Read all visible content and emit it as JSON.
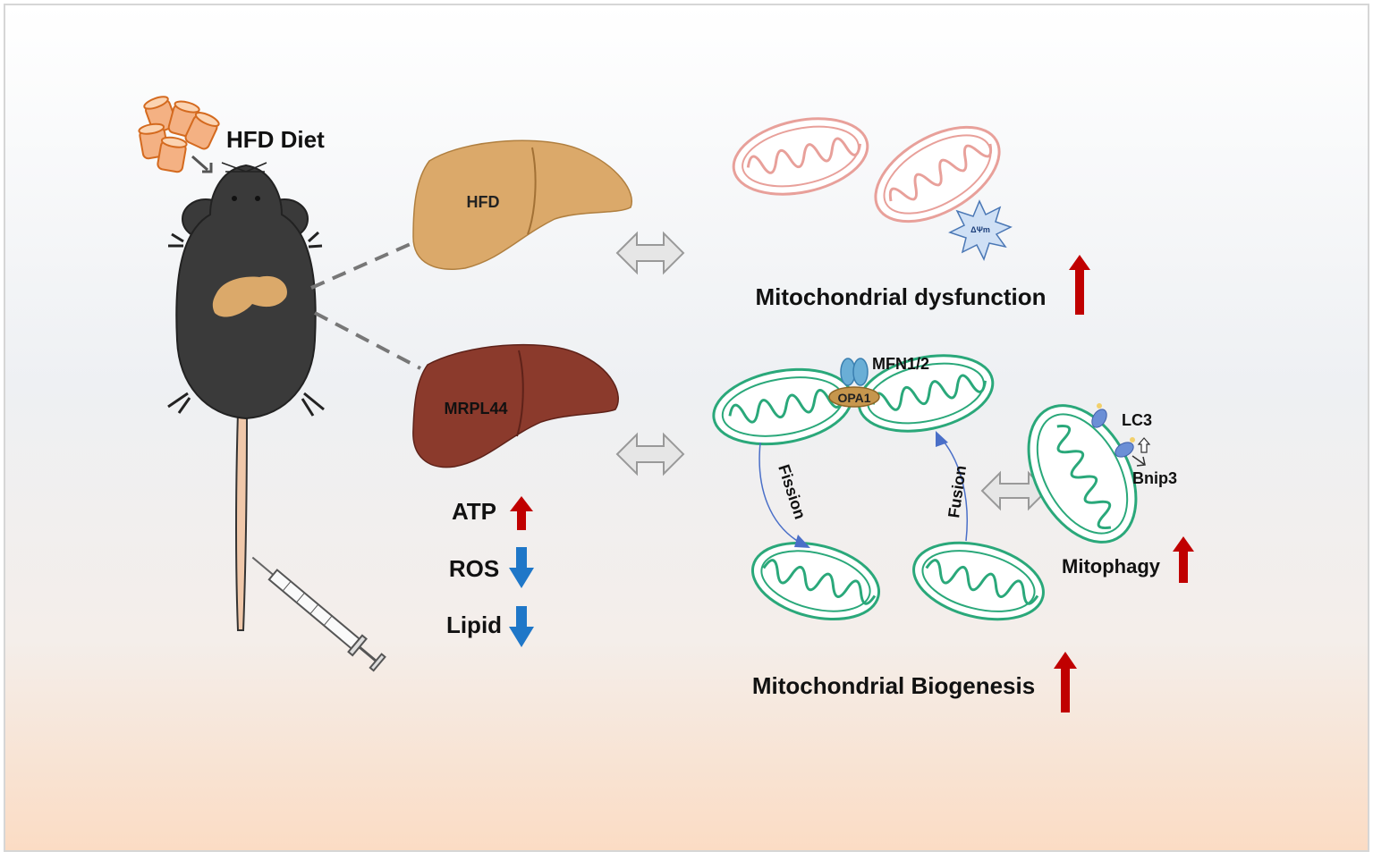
{
  "diet": {
    "label": "HFD Diet"
  },
  "livers": {
    "hfd_label": "HFD",
    "mrpl44_label": "MRPL44"
  },
  "membrane_potential": {
    "label": "ΔΨm"
  },
  "dysfunction": {
    "label": "Mitochondrial dysfunction",
    "direction": "up"
  },
  "dynamics": {
    "mfn_label": "MFN1/2",
    "opa_label": "OPA1",
    "fission_label": "Fission",
    "fusion_label": "Fusion"
  },
  "mitophagy": {
    "lc3_label": "LC3",
    "bnip3_label": "Bnip3",
    "label": "Mitophagy",
    "direction": "up"
  },
  "biogenesis": {
    "label": "Mitochondrial Biogenesis",
    "direction": "up"
  },
  "readouts": [
    {
      "label": "ATP",
      "direction": "up"
    },
    {
      "label": "ROS",
      "direction": "down"
    },
    {
      "label": "Lipid",
      "direction": "down"
    }
  ],
  "colors": {
    "up_arrow": "#c00000",
    "down_arrow": "#1f77c8",
    "hfd_liver": "#dba96a",
    "mrpl44_liver": "#8b3a2c",
    "dysfunctional_mito": "#e8a09a",
    "healthy_mito": "#2aa87a",
    "mouse": "#3a3a3a"
  }
}
